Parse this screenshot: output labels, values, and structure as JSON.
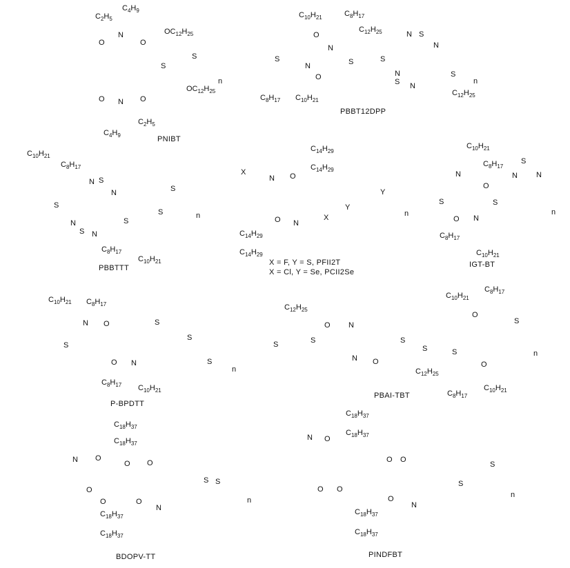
{
  "compounds": [
    {
      "name": "PNIBT",
      "labels": [
        {
          "id": "alkyl-c2h5-top",
          "parts": [
            "C",
            "2",
            "H",
            "5"
          ]
        },
        {
          "id": "alkyl-c4h9-top",
          "parts": [
            "C",
            "4",
            "H",
            "9"
          ]
        },
        {
          "id": "alkoxy-top",
          "parts": [
            "OC",
            "12",
            "H",
            "25"
          ]
        },
        {
          "id": "alkoxy-bottom",
          "parts": [
            "OC",
            "12",
            "H",
            "25"
          ]
        },
        {
          "id": "alkyl-c2h5-bottom",
          "parts": [
            "C",
            "2",
            "H",
            "5"
          ]
        },
        {
          "id": "alkyl-c4h9-bottom",
          "parts": [
            "C",
            "4",
            "H",
            "9"
          ]
        },
        {
          "id": "n-imide-top",
          "text": "N"
        },
        {
          "id": "n-imide-bottom",
          "text": "N"
        },
        {
          "id": "o-1",
          "text": "O"
        },
        {
          "id": "o-2",
          "text": "O"
        },
        {
          "id": "o-3",
          "text": "O"
        },
        {
          "id": "o-4",
          "text": "O"
        },
        {
          "id": "s-1",
          "text": "S"
        },
        {
          "id": "s-2",
          "text": "S"
        },
        {
          "id": "n-sub",
          "text": "n"
        }
      ]
    },
    {
      "name": "PBBT12DPP",
      "labels": [
        {
          "id": "alkyl-c10h21-top",
          "parts": [
            "C",
            "10",
            "H",
            "21"
          ]
        },
        {
          "id": "alkyl-c8h17-top",
          "parts": [
            "C",
            "8",
            "H",
            "17"
          ]
        },
        {
          "id": "alkyl-c12h25-top",
          "parts": [
            "C",
            "12",
            "H",
            "25"
          ]
        },
        {
          "id": "alkyl-c12h25-bottom",
          "parts": [
            "C",
            "12",
            "H",
            "25"
          ]
        },
        {
          "id": "alkyl-c8h17-bottom",
          "parts": [
            "C",
            "8",
            "H",
            "17"
          ]
        },
        {
          "id": "alkyl-c10h21-bottom",
          "parts": [
            "C",
            "10",
            "H",
            "21"
          ]
        },
        {
          "id": "o-top",
          "text": "O"
        },
        {
          "id": "o-bottom",
          "text": "O"
        },
        {
          "id": "n-top",
          "text": "N"
        },
        {
          "id": "n-bottom",
          "text": "N"
        },
        {
          "id": "s-thio-1",
          "text": "S"
        },
        {
          "id": "s-thio-2",
          "text": "S"
        },
        {
          "id": "s-thio-3",
          "text": "S"
        },
        {
          "id": "s-thio-4",
          "text": "S"
        },
        {
          "id": "bt-s-top",
          "text": "S"
        },
        {
          "id": "bt-s-bottom",
          "text": "S"
        },
        {
          "id": "bt-n-1",
          "text": "N"
        },
        {
          "id": "bt-n-2",
          "text": "N"
        },
        {
          "id": "bt-n-3",
          "text": "N"
        },
        {
          "id": "bt-n-4",
          "text": "N"
        },
        {
          "id": "n-sub",
          "text": "n"
        }
      ]
    },
    {
      "name": "PBBTTT",
      "labels": [
        {
          "id": "alkyl-c10h21-top",
          "parts": [
            "C",
            "10",
            "H",
            "21"
          ]
        },
        {
          "id": "alkyl-c8h17-top",
          "parts": [
            "C",
            "8",
            "H",
            "17"
          ]
        },
        {
          "id": "alkyl-c8h17-bottom",
          "parts": [
            "C",
            "8",
            "H",
            "17"
          ]
        },
        {
          "id": "alkyl-c10h21-bottom",
          "parts": [
            "C",
            "10",
            "H",
            "21"
          ]
        },
        {
          "id": "s-1",
          "text": "S"
        },
        {
          "id": "s-2",
          "text": "S"
        },
        {
          "id": "s-3",
          "text": "S"
        },
        {
          "id": "s-4",
          "text": "S"
        },
        {
          "id": "bt-s-top",
          "text": "S"
        },
        {
          "id": "bt-s-bottom",
          "text": "S"
        },
        {
          "id": "bt-n-1",
          "text": "N"
        },
        {
          "id": "bt-n-2",
          "text": "N"
        },
        {
          "id": "bt-n-3",
          "text": "N"
        },
        {
          "id": "bt-n-4",
          "text": "N"
        },
        {
          "id": "n-sub",
          "text": "n"
        }
      ]
    },
    {
      "name": "X = F, Y = S, PFII2T",
      "name2": "X = Cl, Y = Se, PCII2Se",
      "labels": [
        {
          "id": "alkyl-c14h29-1",
          "parts": [
            "C",
            "14",
            "H",
            "29"
          ]
        },
        {
          "id": "alkyl-c14h29-2",
          "parts": [
            "C",
            "14",
            "H",
            "29"
          ]
        },
        {
          "id": "alkyl-c14h29-3",
          "parts": [
            "C",
            "14",
            "H",
            "29"
          ]
        },
        {
          "id": "alkyl-c14h29-4",
          "parts": [
            "C",
            "14",
            "H",
            "29"
          ]
        },
        {
          "id": "x-top",
          "text": "X"
        },
        {
          "id": "x-bottom",
          "text": "X"
        },
        {
          "id": "n-top",
          "text": "N"
        },
        {
          "id": "n-bottom",
          "text": "N"
        },
        {
          "id": "o-top",
          "text": "O"
        },
        {
          "id": "o-bottom",
          "text": "O"
        },
        {
          "id": "y-1",
          "text": "Y"
        },
        {
          "id": "y-2",
          "text": "Y"
        },
        {
          "id": "n-sub",
          "text": "n"
        }
      ]
    },
    {
      "name": "IGT-BT",
      "labels": [
        {
          "id": "alkyl-c10h21-top",
          "parts": [
            "C",
            "10",
            "H",
            "21"
          ]
        },
        {
          "id": "alkyl-c8h17-top",
          "parts": [
            "C",
            "8",
            "H",
            "17"
          ]
        },
        {
          "id": "alkyl-c8h17-bottom",
          "parts": [
            "C",
            "8",
            "H",
            "17"
          ]
        },
        {
          "id": "alkyl-c10h21-bottom",
          "parts": [
            "C",
            "10",
            "H",
            "21"
          ]
        },
        {
          "id": "n-top",
          "text": "N"
        },
        {
          "id": "n-bottom",
          "text": "N"
        },
        {
          "id": "o-top",
          "text": "O"
        },
        {
          "id": "o-bottom",
          "text": "O"
        },
        {
          "id": "s-1",
          "text": "S"
        },
        {
          "id": "s-2",
          "text": "S"
        },
        {
          "id": "bt-s",
          "text": "S"
        },
        {
          "id": "bt-n-1",
          "text": "N"
        },
        {
          "id": "bt-n-2",
          "text": "N"
        },
        {
          "id": "n-sub",
          "text": "n"
        }
      ]
    },
    {
      "name": "P-BPDTT",
      "labels": [
        {
          "id": "alkyl-c10h21-top",
          "parts": [
            "C",
            "10",
            "H",
            "21"
          ]
        },
        {
          "id": "alkyl-c8h17-top",
          "parts": [
            "C",
            "8",
            "H",
            "17"
          ]
        },
        {
          "id": "alkyl-c8h17-bottom",
          "parts": [
            "C",
            "8",
            "H",
            "17"
          ]
        },
        {
          "id": "alkyl-c10h21-bottom",
          "parts": [
            "C",
            "10",
            "H",
            "21"
          ]
        },
        {
          "id": "n-top",
          "text": "N"
        },
        {
          "id": "n-bottom",
          "text": "N"
        },
        {
          "id": "o-top",
          "text": "O"
        },
        {
          "id": "o-bottom",
          "text": "O"
        },
        {
          "id": "s-1",
          "text": "S"
        },
        {
          "id": "s-2",
          "text": "S"
        },
        {
          "id": "s-3",
          "text": "S"
        },
        {
          "id": "s-4",
          "text": "S"
        },
        {
          "id": "n-sub",
          "text": "n"
        }
      ]
    },
    {
      "name": "PBAI-TBT",
      "labels": [
        {
          "id": "alkyl-c12h25-top",
          "parts": [
            "C",
            "12",
            "H",
            "25"
          ]
        },
        {
          "id": "alkyl-c12h25-bottom",
          "parts": [
            "C",
            "12",
            "H",
            "25"
          ]
        },
        {
          "id": "alkyl-c10h21-top",
          "parts": [
            "C",
            "10",
            "H",
            "21"
          ]
        },
        {
          "id": "alkyl-c8h17-top",
          "parts": [
            "C",
            "8",
            "H",
            "17"
          ]
        },
        {
          "id": "alkyl-c8h17-bottom",
          "parts": [
            "C",
            "8",
            "H",
            "17"
          ]
        },
        {
          "id": "alkyl-c10h21-bottom",
          "parts": [
            "C",
            "10",
            "H",
            "21"
          ]
        },
        {
          "id": "o-carbonyl-top",
          "text": "O"
        },
        {
          "id": "o-carbonyl-bottom",
          "text": "O"
        },
        {
          "id": "o-ether-top",
          "text": "O"
        },
        {
          "id": "o-ether-bottom",
          "text": "O"
        },
        {
          "id": "n-top",
          "text": "N"
        },
        {
          "id": "n-bottom",
          "text": "N"
        },
        {
          "id": "s-1",
          "text": "S"
        },
        {
          "id": "s-2",
          "text": "S"
        },
        {
          "id": "s-3",
          "text": "S"
        },
        {
          "id": "s-4",
          "text": "S"
        },
        {
          "id": "s-5",
          "text": "S"
        },
        {
          "id": "s-6",
          "text": "S"
        },
        {
          "id": "n-sub",
          "text": "n"
        }
      ]
    },
    {
      "name": "BDOPV-TT",
      "labels": [
        {
          "id": "alkyl-c18h37-1",
          "parts": [
            "C",
            "18",
            "H",
            "37"
          ]
        },
        {
          "id": "alkyl-c18h37-2",
          "parts": [
            "C",
            "18",
            "H",
            "37"
          ]
        },
        {
          "id": "alkyl-c18h37-3",
          "parts": [
            "C",
            "18",
            "H",
            "37"
          ]
        },
        {
          "id": "alkyl-c18h37-4",
          "parts": [
            "C",
            "18",
            "H",
            "37"
          ]
        },
        {
          "id": "n-top",
          "text": "N"
        },
        {
          "id": "n-bottom",
          "text": "N"
        },
        {
          "id": "o-1",
          "text": "O"
        },
        {
          "id": "o-2",
          "text": "O"
        },
        {
          "id": "o-3",
          "text": "O"
        },
        {
          "id": "o-4",
          "text": "O"
        },
        {
          "id": "o-5",
          "text": "O"
        },
        {
          "id": "o-6",
          "text": "O"
        },
        {
          "id": "s-1",
          "text": "S"
        },
        {
          "id": "s-2",
          "text": "S"
        },
        {
          "id": "n-sub",
          "text": "n"
        }
      ]
    },
    {
      "name": "PINDFBT",
      "labels": [
        {
          "id": "alkyl-c18h37-1",
          "parts": [
            "C",
            "18",
            "H",
            "37"
          ]
        },
        {
          "id": "alkyl-c18h37-2",
          "parts": [
            "C",
            "18",
            "H",
            "37"
          ]
        },
        {
          "id": "alkyl-c18h37-3",
          "parts": [
            "C",
            "18",
            "H",
            "37"
          ]
        },
        {
          "id": "alkyl-c18h37-4",
          "parts": [
            "C",
            "18",
            "H",
            "37"
          ]
        },
        {
          "id": "n-top",
          "text": "N"
        },
        {
          "id": "n-bottom",
          "text": "N"
        },
        {
          "id": "o-1",
          "text": "O"
        },
        {
          "id": "o-2",
          "text": "O"
        },
        {
          "id": "o-3",
          "text": "O"
        },
        {
          "id": "o-4",
          "text": "O"
        },
        {
          "id": "o-5",
          "text": "O"
        },
        {
          "id": "o-6",
          "text": "O"
        },
        {
          "id": "s-1",
          "text": "S"
        },
        {
          "id": "s-2",
          "text": "S"
        },
        {
          "id": "n-sub",
          "text": "n"
        }
      ]
    }
  ]
}
